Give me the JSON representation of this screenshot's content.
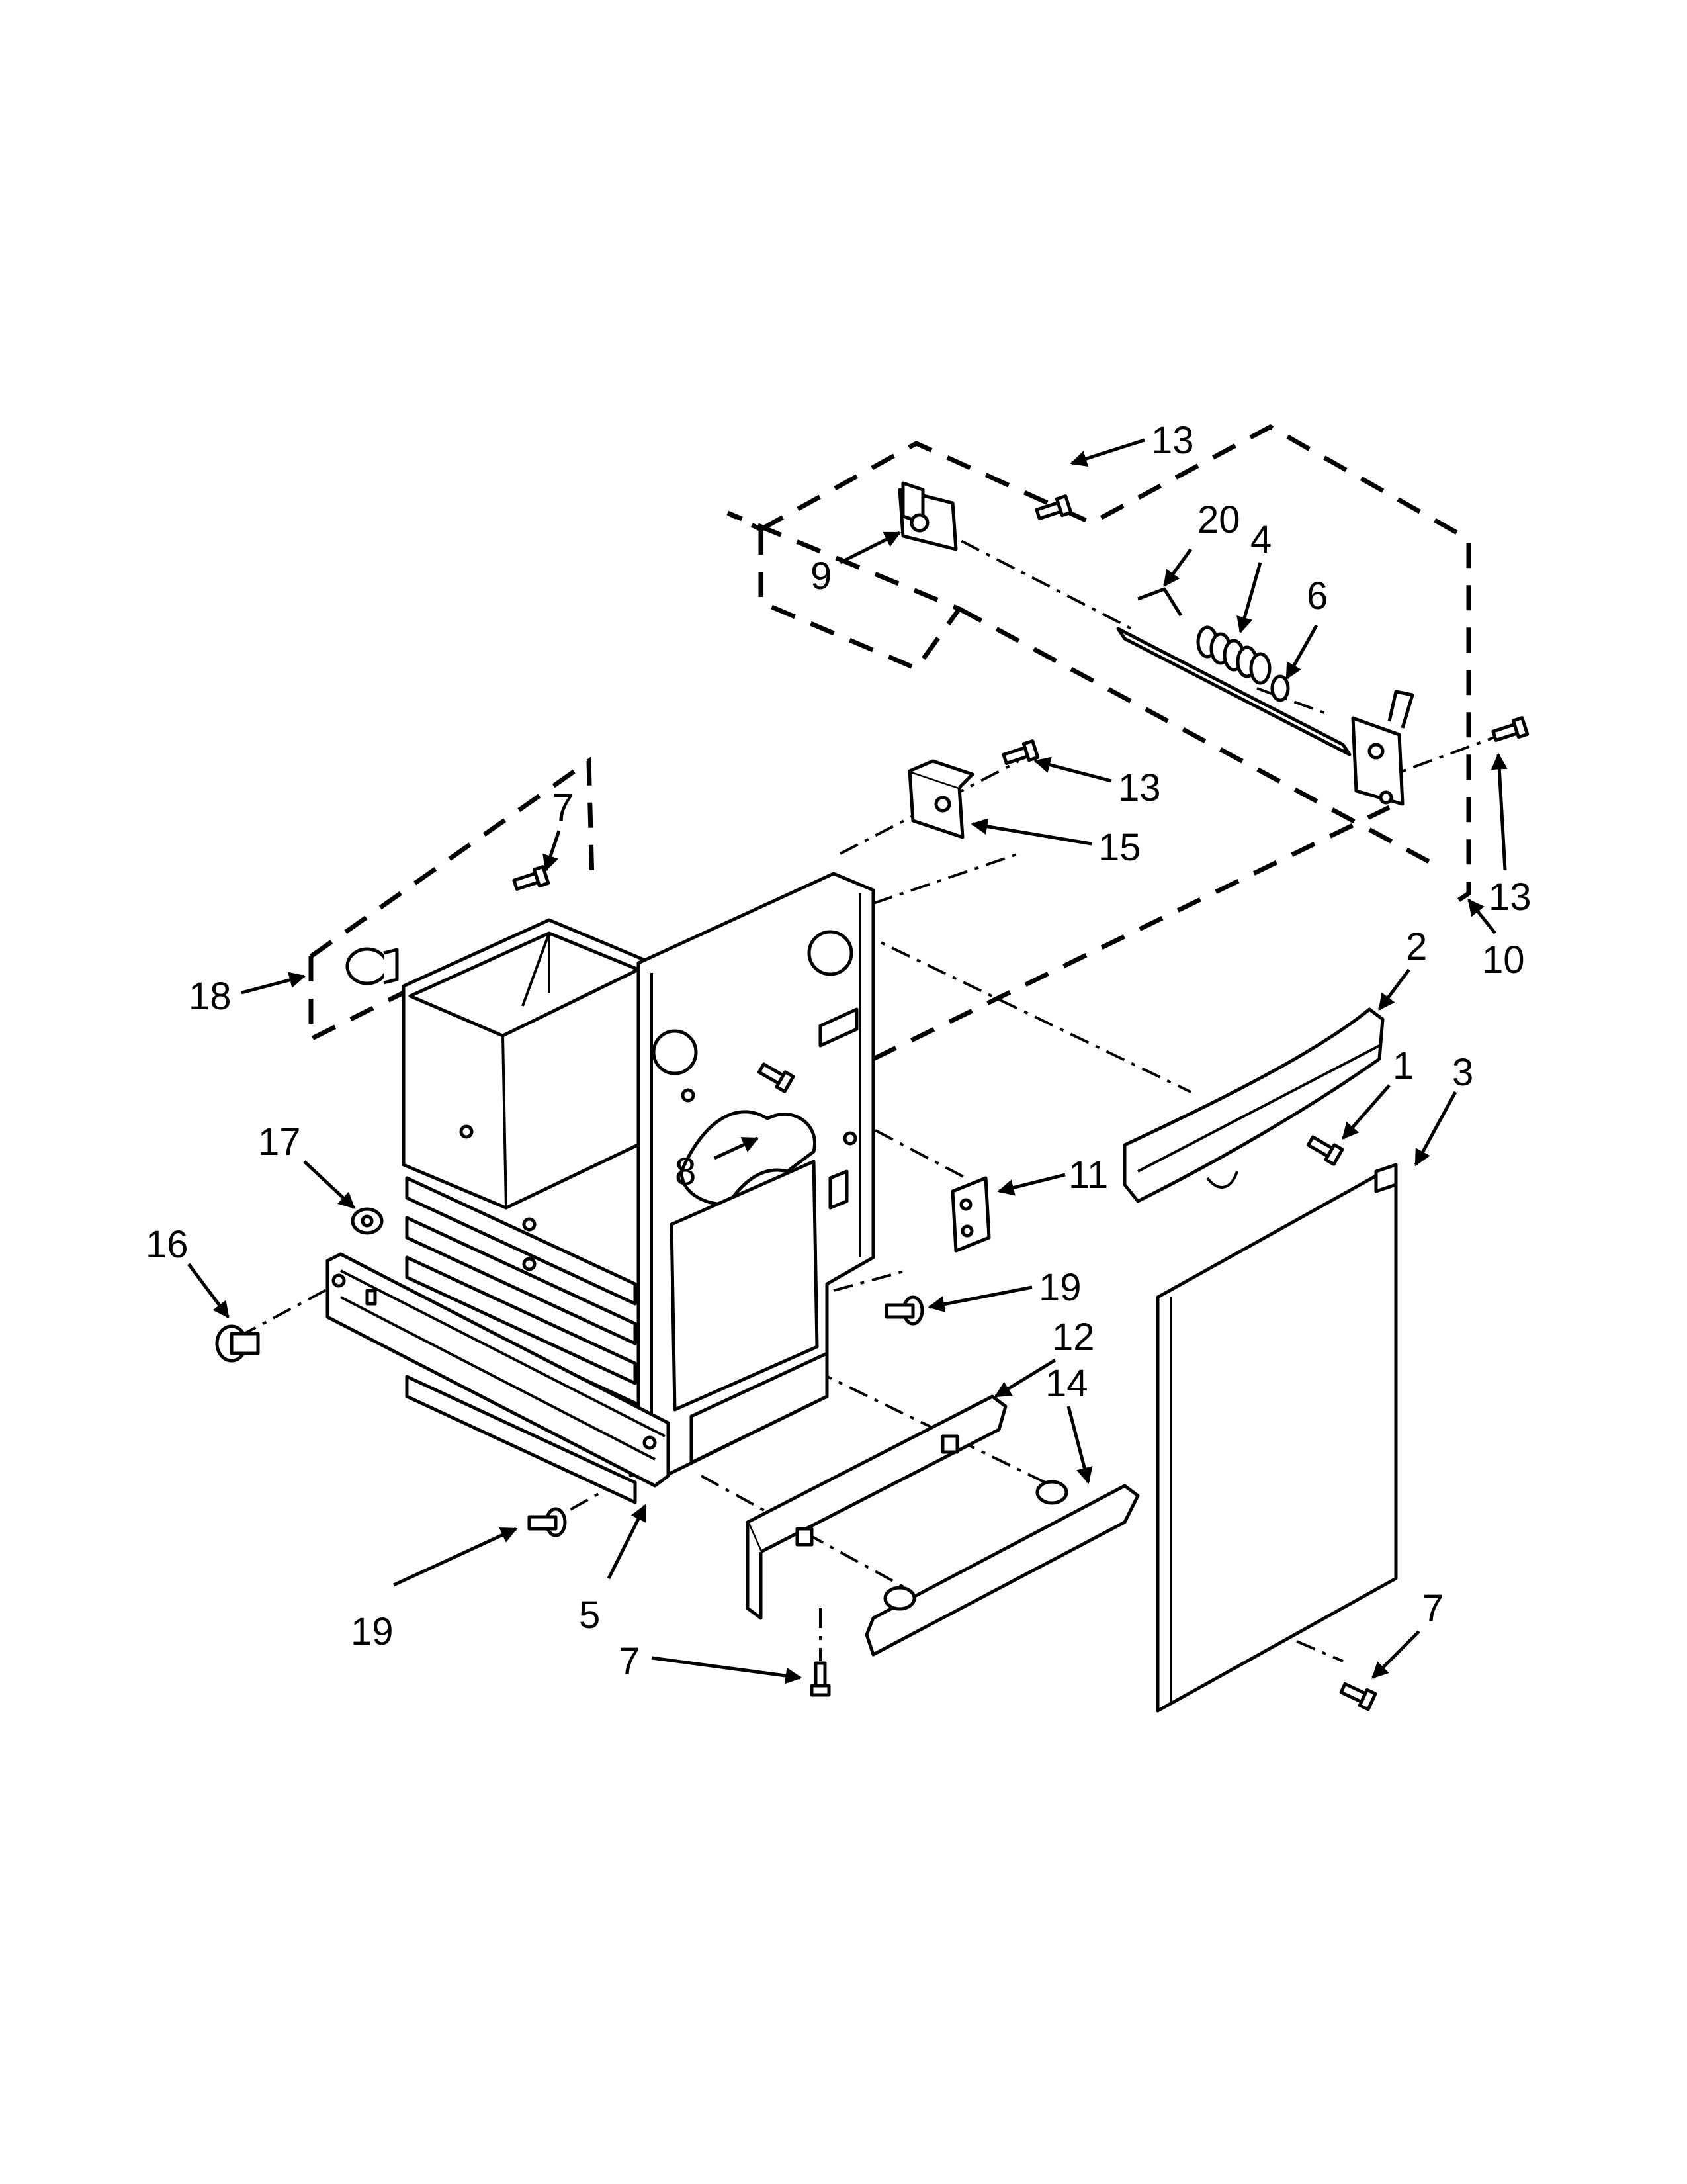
{
  "diagram": {
    "callouts": [
      {
        "id": "c13a",
        "text": "13"
      },
      {
        "id": "c20",
        "text": "20"
      },
      {
        "id": "c4",
        "text": "4"
      },
      {
        "id": "c6",
        "text": "6"
      },
      {
        "id": "c9",
        "text": "9"
      },
      {
        "id": "c13b",
        "text": "13"
      },
      {
        "id": "c15",
        "text": "15"
      },
      {
        "id": "c13c",
        "text": "13"
      },
      {
        "id": "c10",
        "text": "10"
      },
      {
        "id": "c7a",
        "text": "7"
      },
      {
        "id": "c18",
        "text": "18"
      },
      {
        "id": "c2",
        "text": "2"
      },
      {
        "id": "c1",
        "text": "1"
      },
      {
        "id": "c3",
        "text": "3"
      },
      {
        "id": "c8",
        "text": "8"
      },
      {
        "id": "c11",
        "text": "11"
      },
      {
        "id": "c17",
        "text": "17"
      },
      {
        "id": "c16",
        "text": "16"
      },
      {
        "id": "c19a",
        "text": "19"
      },
      {
        "id": "c12",
        "text": "12"
      },
      {
        "id": "c14",
        "text": "14"
      },
      {
        "id": "c19b",
        "text": "19"
      },
      {
        "id": "c5",
        "text": "5"
      },
      {
        "id": "c7b",
        "text": "7"
      },
      {
        "id": "c7c",
        "text": "7"
      }
    ]
  }
}
